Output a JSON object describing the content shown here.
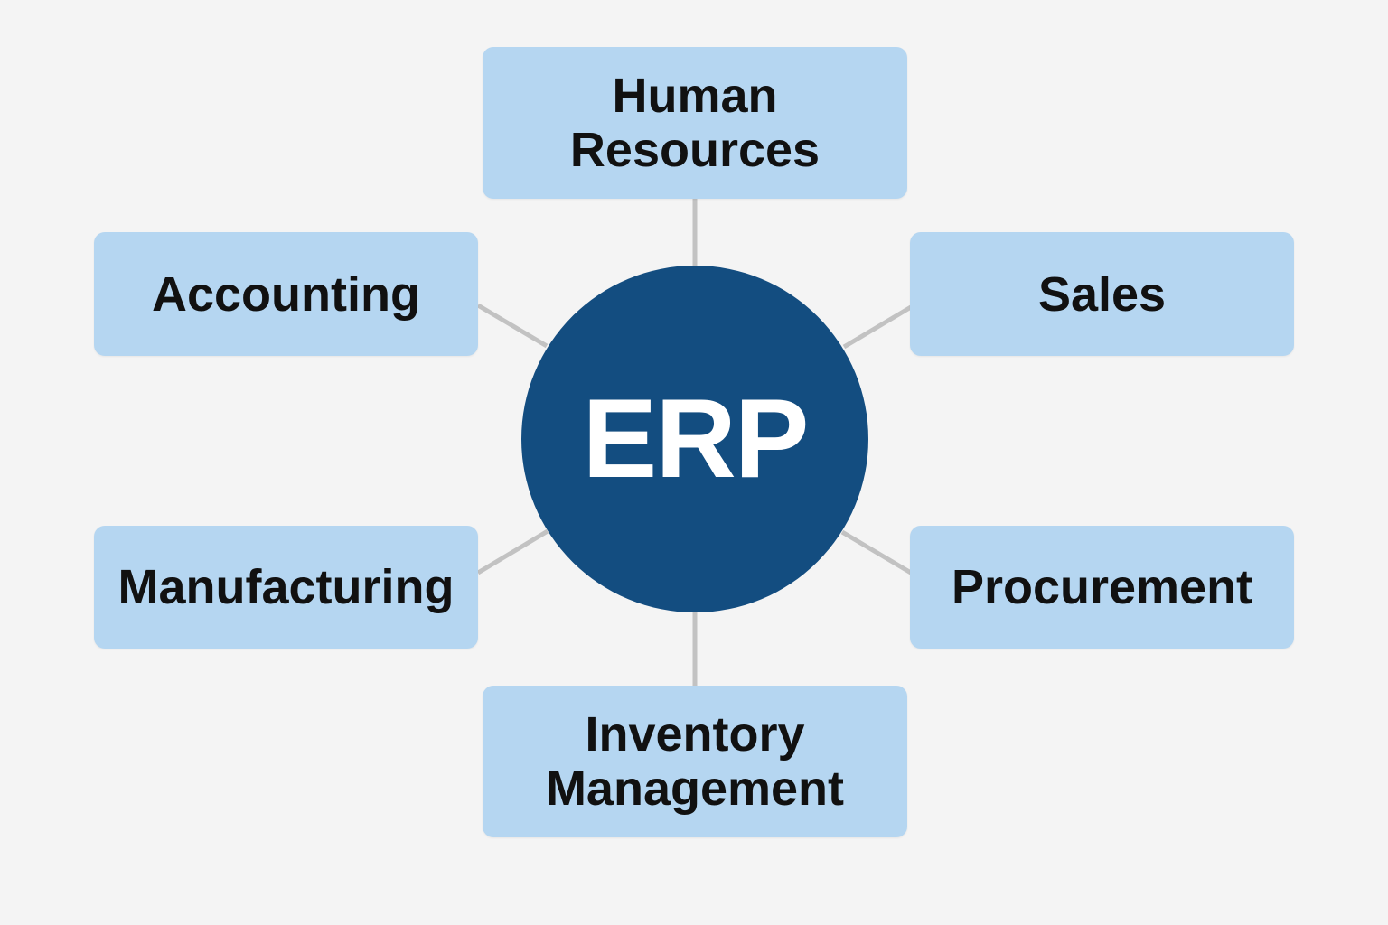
{
  "hub": {
    "label": "ERP"
  },
  "modules": [
    {
      "id": "human-resources",
      "label": "Human\nResources"
    },
    {
      "id": "accounting",
      "label": "Accounting"
    },
    {
      "id": "sales",
      "label": "Sales"
    },
    {
      "id": "manufacturing",
      "label": "Manufacturing"
    },
    {
      "id": "procurement",
      "label": "Procurement"
    },
    {
      "id": "inventory-management",
      "label": "Inventory\nManagement"
    }
  ],
  "colors": {
    "background": "#f4f4f4",
    "box": "#b5d6f1",
    "hub": "#134d80",
    "connector": "#c2c2c2"
  }
}
